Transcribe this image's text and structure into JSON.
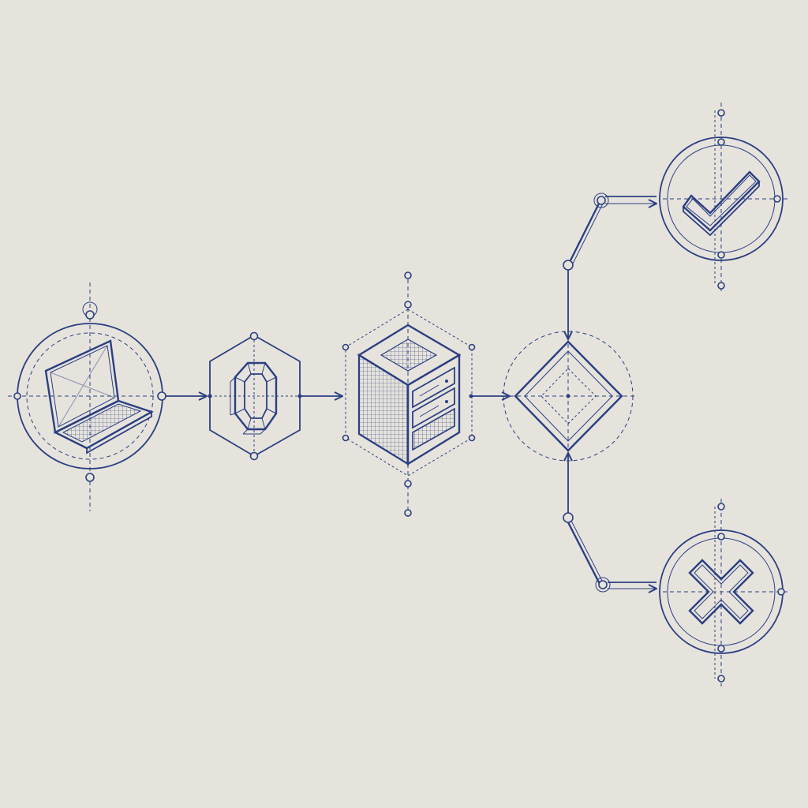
{
  "diagram": {
    "type": "flowchart",
    "style": "blueprint",
    "colors": {
      "ink": "#2b3f82",
      "paper": "#e6e3dc"
    },
    "nodes": [
      {
        "id": "client",
        "shape": "circle",
        "icon": "laptop-icon"
      },
      {
        "id": "gateway",
        "shape": "hexagon",
        "icon": "octagon-ring-icon"
      },
      {
        "id": "server",
        "shape": "isometric-cube",
        "icon": "server-rack-icon"
      },
      {
        "id": "decision",
        "shape": "diamond",
        "icon": "decision-diamond-icon"
      },
      {
        "id": "success",
        "shape": "circle",
        "icon": "checkmark-icon"
      },
      {
        "id": "failure",
        "shape": "circle",
        "icon": "x-mark-icon"
      }
    ],
    "edges": [
      {
        "from": "client",
        "to": "gateway"
      },
      {
        "from": "gateway",
        "to": "server"
      },
      {
        "from": "server",
        "to": "decision"
      },
      {
        "from": "decision",
        "to": "success"
      },
      {
        "from": "decision",
        "to": "failure"
      }
    ]
  }
}
